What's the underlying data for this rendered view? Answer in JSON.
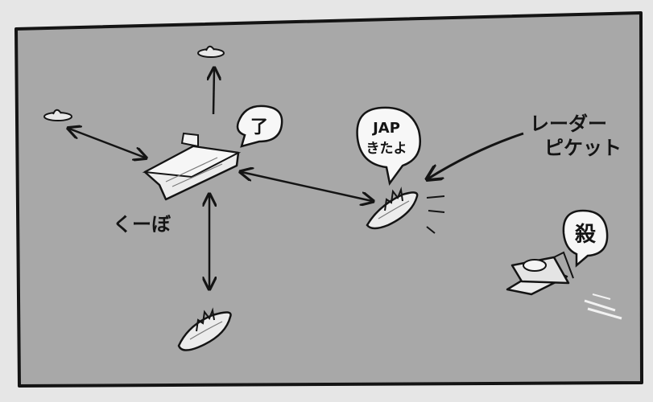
{
  "panel": {
    "background_color": "#a8a8a8",
    "frame_color": "#141414",
    "outer_color": "#e6e6e6"
  },
  "labels": {
    "carrier": "くーぼ",
    "radar_picket_line1": "レーダー",
    "radar_picket_line2": "ピケット"
  },
  "speech": {
    "carrier_reply": "了",
    "picket_alert_line1": "JAP",
    "picket_alert_line2": "きたよ",
    "plane_shout": "殺"
  },
  "icons": {
    "carrier": "aircraft-carrier-icon",
    "destroyer_east": "destroyer-icon",
    "destroyer_south": "destroyer-icon",
    "small_boat_north": "small-boat-icon",
    "small_boat_west": "small-boat-icon",
    "enemy_plane": "fighter-plane-icon"
  }
}
